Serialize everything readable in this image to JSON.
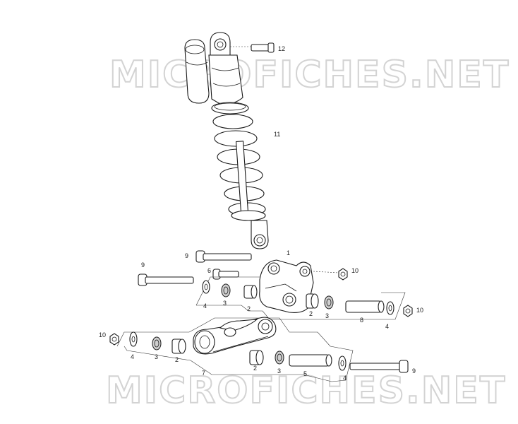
{
  "watermark": {
    "top": "MICROFICHES.NET",
    "bottom": "MICROFICHES.NET"
  },
  "callouts": {
    "c1": "1",
    "c2a": "2",
    "c2b": "2",
    "c2c": "2",
    "c2d": "2",
    "c3a": "3",
    "c3b": "3",
    "c3c": "3",
    "c3d": "3",
    "c4a": "4",
    "c4b": "4",
    "c4c": "4",
    "c4d": "4",
    "c5": "5",
    "c6": "6",
    "c7": "7",
    "c8": "8",
    "c9a": "9",
    "c9b": "9",
    "c9c": "9",
    "c10a": "10",
    "c10b": "10",
    "c10c": "10",
    "c11": "11",
    "c12": "12"
  }
}
